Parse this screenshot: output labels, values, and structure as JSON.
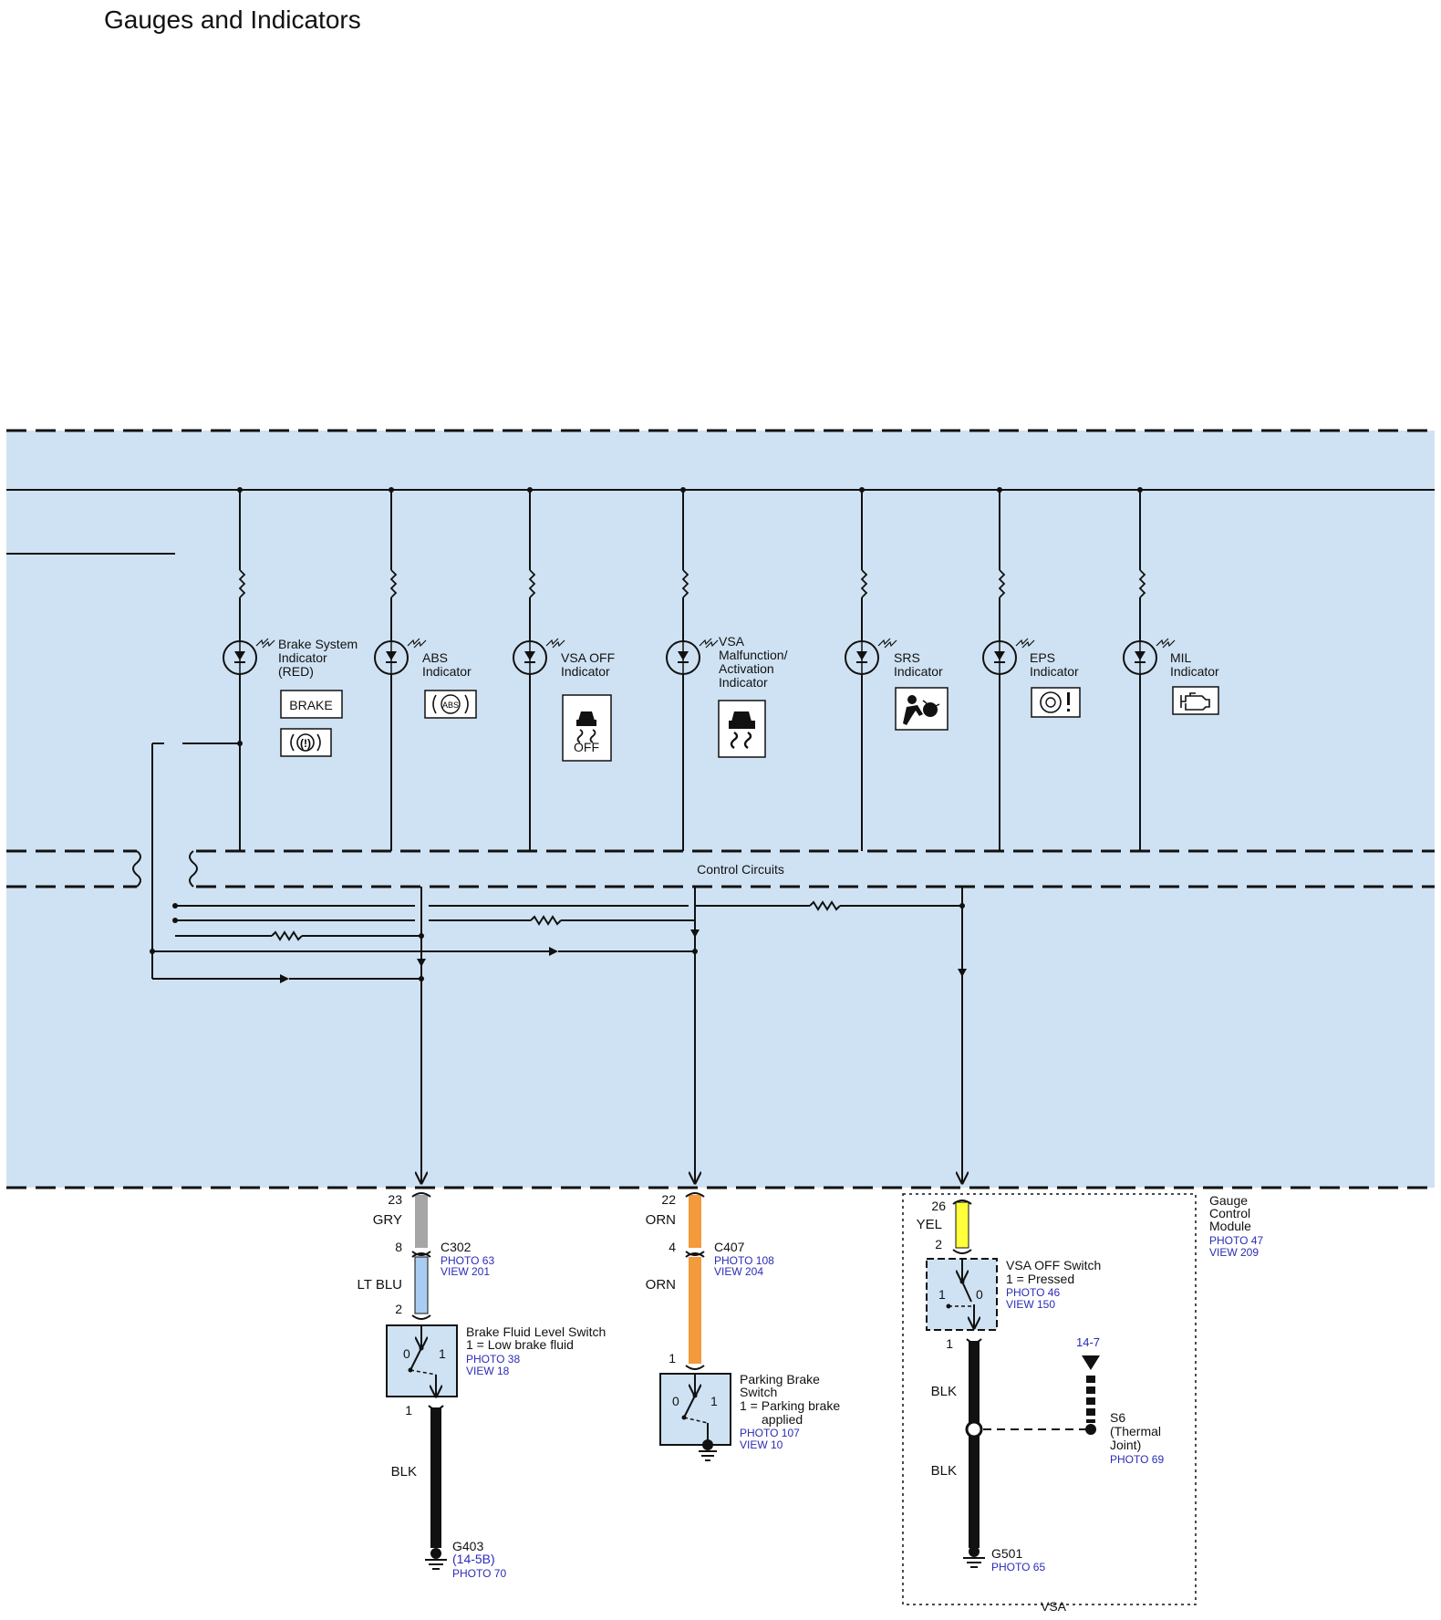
{
  "page": {
    "title": "Gauges and Indicators"
  },
  "module": {
    "gauge_control_module": [
      "Gauge",
      "Control",
      "Module"
    ],
    "gauge_control_photo": "PHOTO 47",
    "gauge_control_view": "VIEW 209",
    "control_circuits_label": "Control Circuits",
    "vsa_box_label": "VSA"
  },
  "indicators": [
    {
      "id": "brake",
      "label": [
        "Brake System",
        "Indicator",
        "(RED)"
      ],
      "icons": [
        "BRAKE",
        "(!)"
      ]
    },
    {
      "id": "abs",
      "label": [
        "ABS",
        "Indicator"
      ],
      "icons": [
        "ABS"
      ]
    },
    {
      "id": "vsa-off",
      "label": [
        "VSA OFF",
        "Indicator"
      ],
      "icons": [
        "OFF"
      ]
    },
    {
      "id": "vsa-malf",
      "label": [
        "VSA",
        "Malfunction/",
        "Activation",
        "Indicator"
      ],
      "icons": [
        "skid-car"
      ]
    },
    {
      "id": "srs",
      "label": [
        "SRS",
        "Indicator"
      ],
      "icons": [
        "airbag"
      ]
    },
    {
      "id": "eps",
      "label": [
        "EPS",
        "Indicator"
      ],
      "icons": [
        "steering-wheel"
      ]
    },
    {
      "id": "mil",
      "label": [
        "MIL",
        "Indicator"
      ],
      "icons": [
        "engine"
      ]
    }
  ],
  "circuits": {
    "brake_fluid": {
      "pin_top": "23",
      "wire_top": "GRY",
      "connector_pin_a": "8",
      "connector": "C302",
      "connector_photo": "PHOTO 63",
      "connector_view": "VIEW 201",
      "wire_mid": "LT BLU",
      "pin_mid": "2",
      "switch_label": "Brake Fluid Level Switch",
      "switch_state": "1 = Low brake fluid",
      "switch_photo": "PHOTO 38",
      "switch_view": "VIEW 18",
      "pin_bottom": "1",
      "wire_bottom": "BLK",
      "ground": "G403",
      "ground_ref": "(14-5B)",
      "ground_photo": "PHOTO 70"
    },
    "parking_brake": {
      "pin_top": "22",
      "wire_top": "ORN",
      "connector_pin_a": "4",
      "connector": "C407",
      "connector_photo": "PHOTO 108",
      "connector_view": "VIEW 204",
      "wire_mid": "ORN",
      "pin_mid": "1",
      "switch_label": [
        "Parking Brake",
        "Switch"
      ],
      "switch_state": [
        "1 = Parking brake",
        "applied"
      ],
      "switch_photo": "PHOTO 107",
      "switch_view": "VIEW 10"
    },
    "vsa_off": {
      "pin_top": "26",
      "wire_top": "YEL",
      "pin_mid": "2",
      "switch_label": "VSA OFF Switch",
      "switch_state": "1 = Pressed",
      "switch_photo": "PHOTO 46",
      "switch_view": "VIEW 150",
      "pin_bottom": "1",
      "wire_bottom": "BLK",
      "wire_bottom2": "BLK",
      "splice_ref": "14-7",
      "splice": "S6",
      "splice_desc": [
        "(Thermal",
        "Joint)"
      ],
      "splice_photo": "PHOTO 69",
      "ground": "G501",
      "ground_photo": "PHOTO 65"
    }
  },
  "switch_positions": {
    "zero": "0",
    "one": "1"
  },
  "colors": {
    "module_fill": "#cfe2f3",
    "gry": "#a6a6a6",
    "lt_blu": "#a9cdf0",
    "orn": "#f39a3c",
    "yel": "#ffff3a",
    "blk": "#111111",
    "link": "#2b2bb8"
  }
}
